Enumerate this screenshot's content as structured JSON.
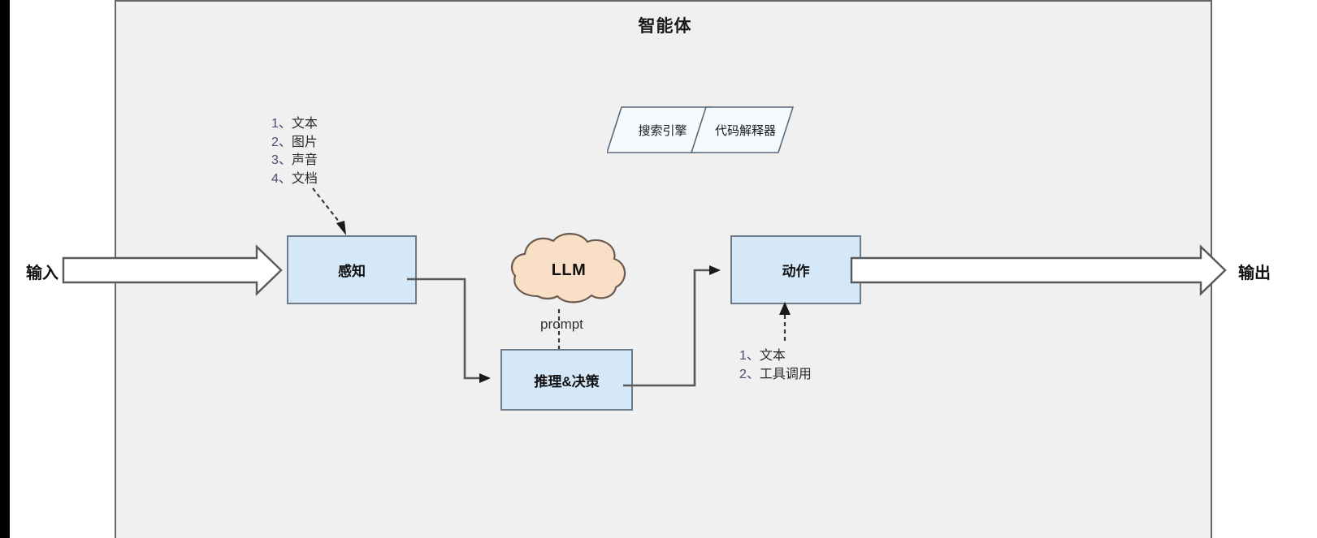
{
  "diagram": {
    "title": "智能体",
    "io": {
      "input_label": "输入",
      "output_label": "输出"
    },
    "boxes": {
      "perception": "感知",
      "reasoning": "推理&决策",
      "action": "动作"
    },
    "llm": {
      "label": "LLM",
      "prompt_label": "prompt"
    },
    "tools": [
      {
        "label": "搜索引擎"
      },
      {
        "label": "代码解释器"
      }
    ],
    "input_modalities": [
      {
        "num": "1、",
        "text": "文本"
      },
      {
        "num": "2、",
        "text": "图片"
      },
      {
        "num": "3、",
        "text": "声音"
      },
      {
        "num": "4、",
        "text": "文档"
      }
    ],
    "action_outputs": [
      {
        "num": "1、",
        "text": "文本"
      },
      {
        "num": "2、",
        "text": "工具调用"
      }
    ],
    "colors": {
      "panel_bg": "#f0f0f0",
      "panel_border": "#666666",
      "box_fill": "#d4e8f8",
      "box_border": "#6e7b8b",
      "cloud_fill": "#f9dfc6",
      "cloud_border": "#6b5a4d",
      "tool_fill": "#f4fafd",
      "tool_border": "#5b6b7a",
      "connector": "#595959",
      "canvas_bg": "#fffffd"
    }
  }
}
